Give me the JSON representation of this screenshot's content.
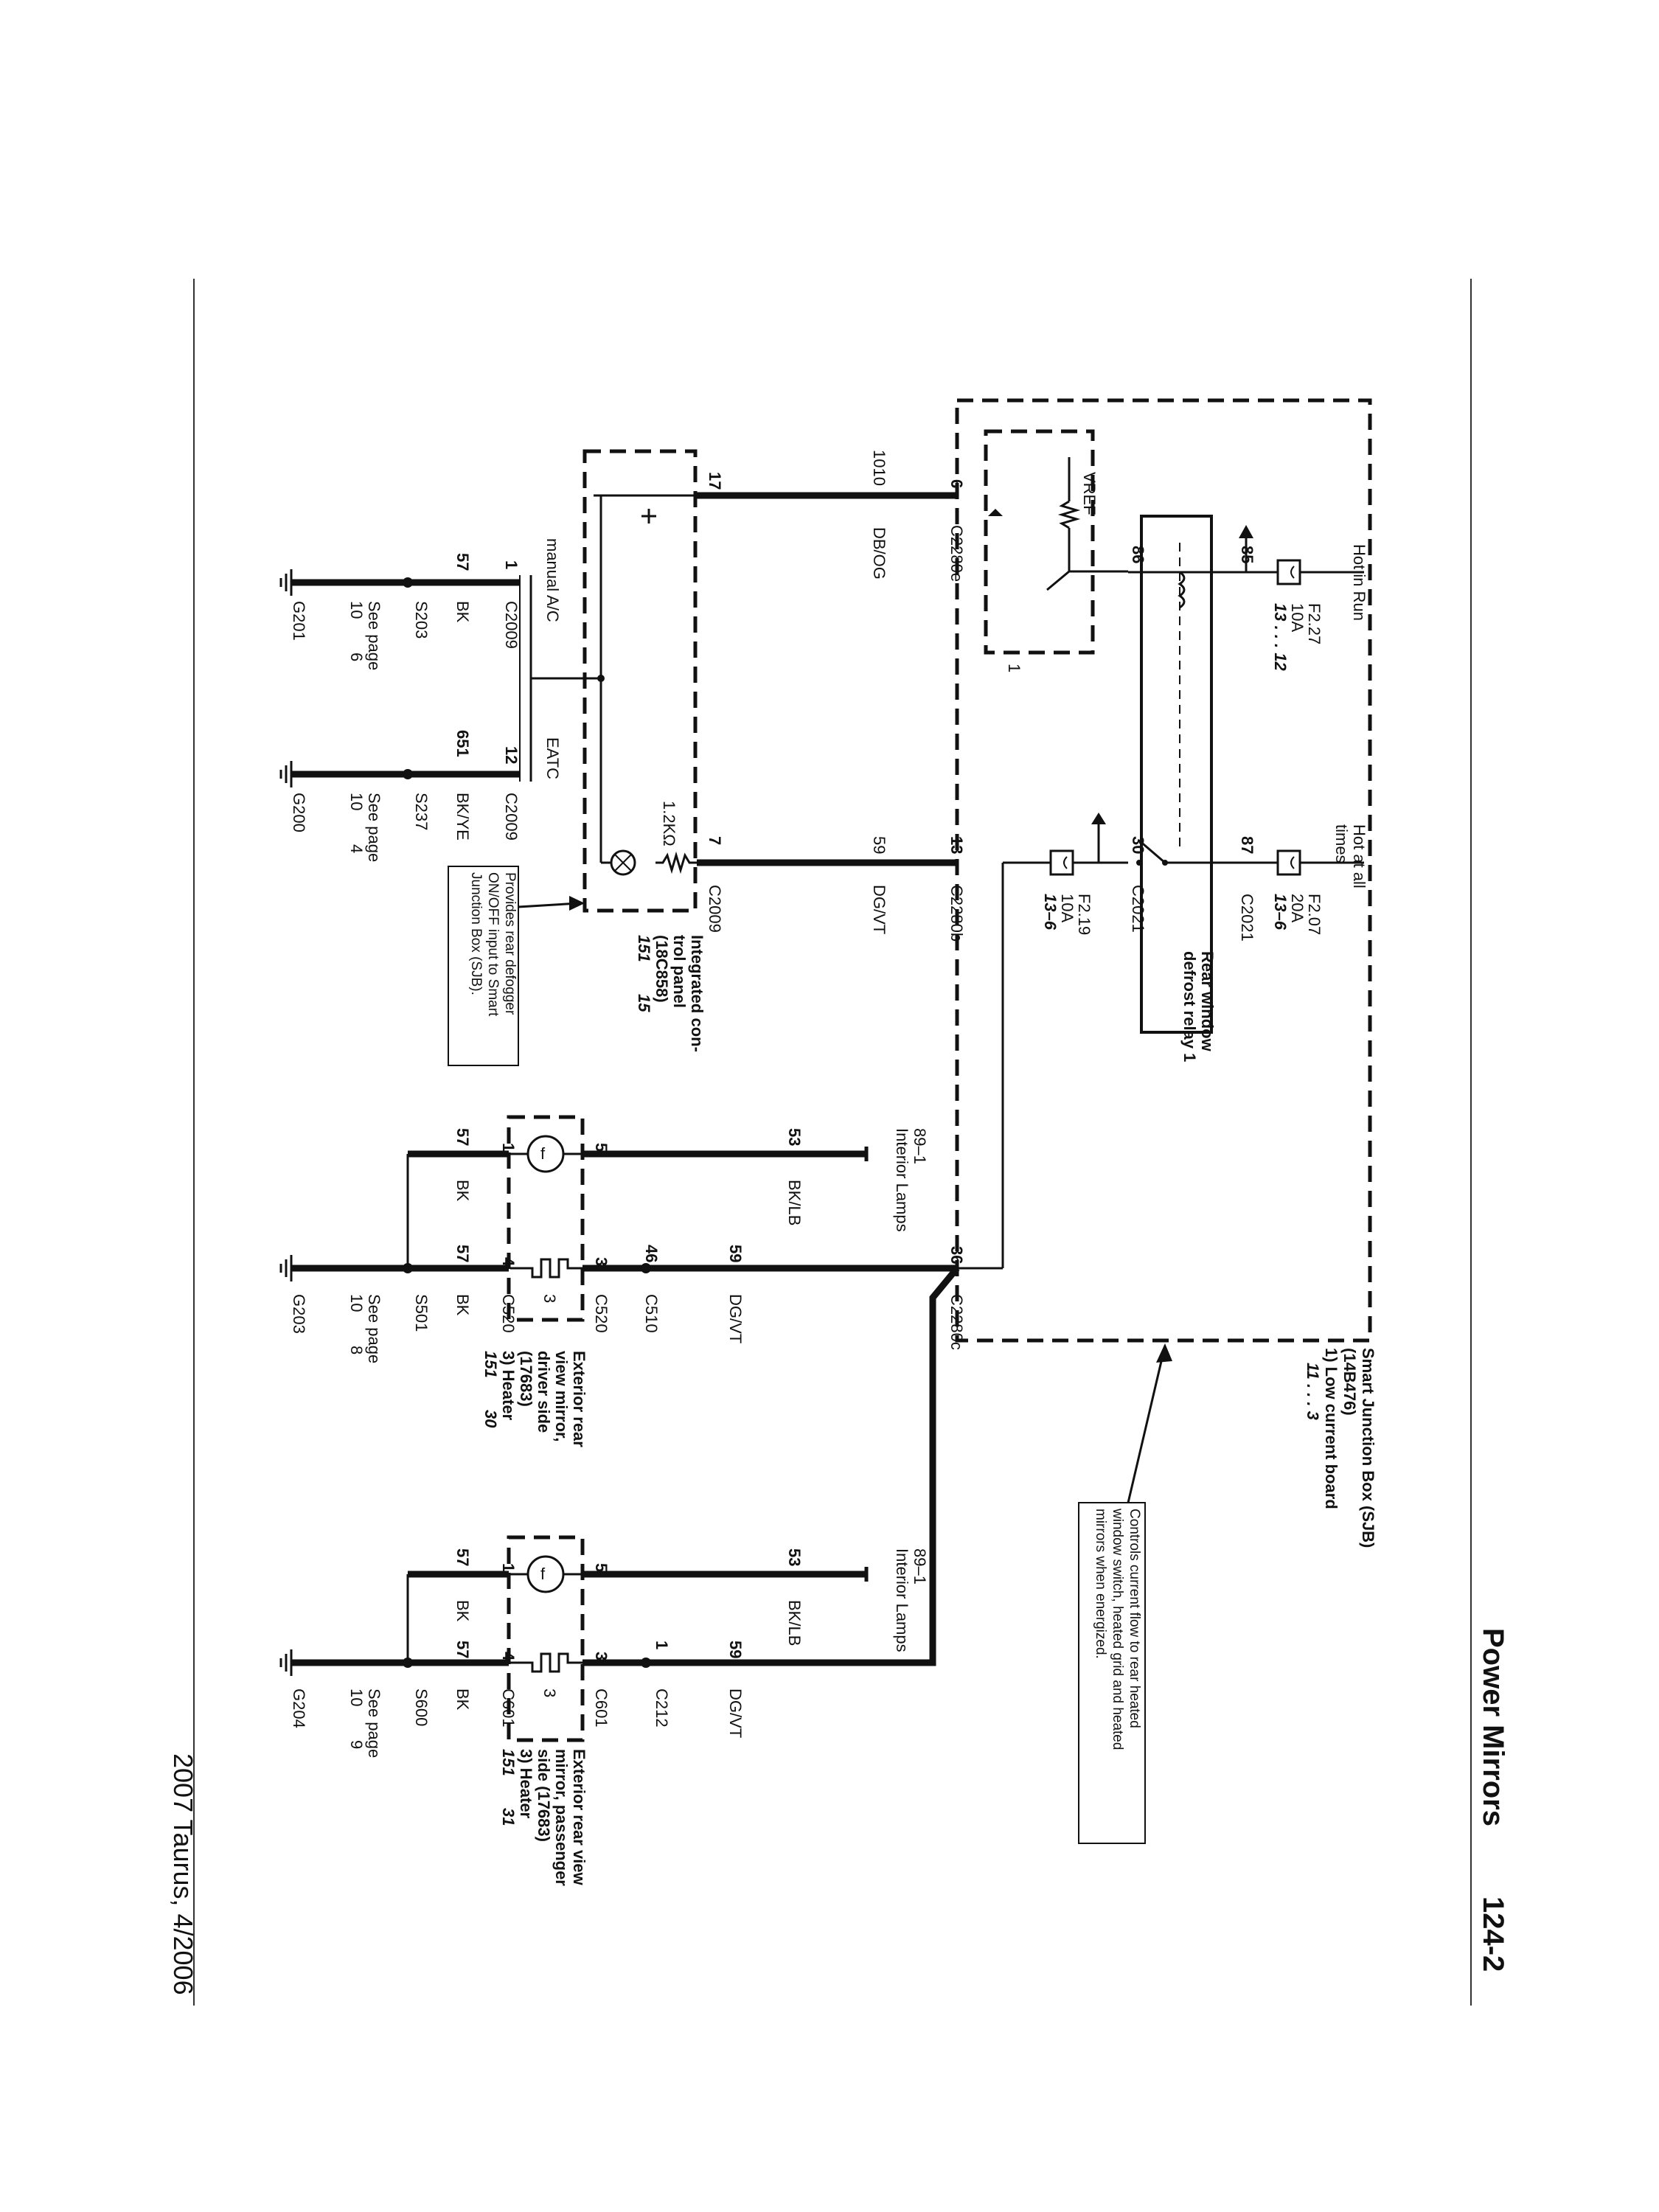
{
  "page": {
    "title": "Power Mirrors",
    "page_number": "124-2",
    "footer": "2007 Taurus, 4/2006"
  },
  "sjb": {
    "name": "Smart Junction Box (SJB)",
    "part": "(14B476)",
    "board": "1)  Low current board",
    "ref": "11 . . . 3",
    "note": [
      "Controls current flow to rear heated",
      "window switch, heated grid and heated",
      "mirrors when energized."
    ]
  },
  "power": {
    "run": {
      "label": "Hot in Run",
      "fuse": "F2.27",
      "rating": "10A",
      "ref": "13 . . . 12",
      "pin": "85"
    },
    "all": {
      "label1": "Hot at all",
      "label2": "times",
      "fuse": "F2.07",
      "rating": "20A",
      "ref": "13–6",
      "pin": "87",
      "connector": "C2021"
    }
  },
  "relay": {
    "label1": "Rear window",
    "label2": "defrost relay 1",
    "pin86": "86",
    "pin30": "30",
    "connector": "C2021"
  },
  "vref": {
    "label": "VREF",
    "block": "1"
  },
  "fuse_f219": {
    "fuse": "F2.19",
    "rating": "10A",
    "ref": "13–6"
  },
  "sjb_pins": {
    "p6": "6",
    "c6": "C2280e",
    "p13": "13",
    "c13": "C2280b",
    "p36": "36",
    "c36": "C2280c"
  },
  "wires": {
    "w1010": {
      "circuit": "1010",
      "color": "DB/OG"
    },
    "w59": {
      "circuit": "59",
      "color": "DG/VT"
    },
    "w59b": {
      "circuit": "59",
      "color": "DG/VT"
    },
    "w53": {
      "circuit": "53",
      "color": "BK/LB"
    },
    "w53b": {
      "circuit": "53",
      "color": "BK/LB"
    },
    "w57": {
      "circuit": "57",
      "color": "BK"
    },
    "w651": {
      "circuit": "651",
      "color": "BK/YE"
    }
  },
  "icp": {
    "label1": "Integrated con-",
    "label2": "trol panel",
    "part": "(18C858)",
    "ref1": "151",
    "ref2": "15",
    "pin17": "17",
    "pin7": "7",
    "connector": "C2009",
    "resistor": "1.2KΩ",
    "note": [
      "Provides rear defogger",
      "ON/OFF input to Smart",
      "Junction Box (SJB)."
    ]
  },
  "ground_a": {
    "conn": "C2009",
    "pin": "1",
    "circuit": "57",
    "color": "BK",
    "splice": "S203",
    "see": "See page",
    "page": "10",
    "sub": "6",
    "ground": "G201",
    "option": "manual A/C"
  },
  "ground_b": {
    "conn": "C2009",
    "pin": "12",
    "circuit": "651",
    "color": "BK/YE",
    "splice": "S237",
    "see": "See page",
    "page": "10",
    "sub": "4",
    "ground": "G200",
    "option": "EATC"
  },
  "interior": {
    "ref": "89–1",
    "label": "Interior Lamps"
  },
  "mirror_driver": {
    "label": [
      "Exterior rear",
      "view mirror,",
      "driver side",
      "(17683)"
    ],
    "heater": "3)  Heater",
    "ref1": "151",
    "ref2": "30",
    "pin5": "5",
    "pin3": "3",
    "pin1": "1",
    "pin4": "4",
    "block": "3",
    "conn": "C520",
    "conn2": "C520",
    "c510": "C510",
    "c510_pin": "46",
    "splice": "S501",
    "see": "See page",
    "page": "10",
    "sub": "8",
    "ground": "G203"
  },
  "mirror_pass": {
    "label": [
      "Exterior rear view",
      "mirror, passenger",
      "side (17683)"
    ],
    "heater": "3)  Heater",
    "ref1": "151",
    "ref2": "31",
    "pin5": "5",
    "pin3": "3",
    "pin1": "1",
    "pin4": "4",
    "block": "3",
    "conn": "C601",
    "conn2": "C601",
    "c212": "C212",
    "c212_pin": "1",
    "splice": "S600",
    "see": "See page",
    "page": "10",
    "sub": "9",
    "ground": "G204"
  }
}
